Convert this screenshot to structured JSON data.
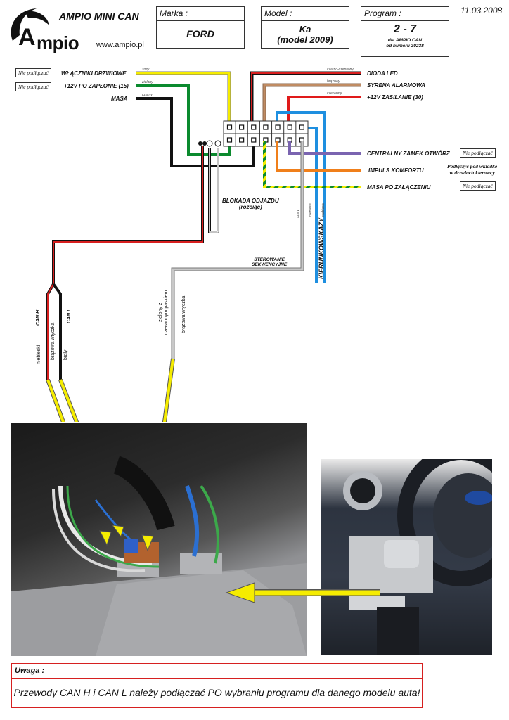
{
  "header": {
    "brand_title": "AMPIO MINI CAN",
    "logo_letter": "A",
    "logo_word": "mpio",
    "website": "www.ampio.pl",
    "date": "11.03.2008",
    "marka": {
      "label": "Marka :",
      "value": "FORD"
    },
    "model": {
      "label": "Model :",
      "value_line1": "Ka",
      "value_line2": "(model 2009)"
    },
    "program": {
      "label": "Program :",
      "value": "2 - 7",
      "note_line1": "dla AMPIO CAN",
      "note_line2": "od numeru 30238"
    }
  },
  "left_connections": [
    {
      "label": "WŁĄCZNIKI DRZWIOWE",
      "wire_color_name": "żółty",
      "wire_color": "#f5ec00",
      "badge": "Nie podłączać"
    },
    {
      "label": "+12V PO ZAPŁONIE (15)",
      "wire_color_name": "zielony",
      "wire_color": "#0b8a2e",
      "badge": "Nie podłączać"
    },
    {
      "label": "MASA",
      "wire_color_name": "czarny",
      "wire_color": "#111111",
      "badge": ""
    }
  ],
  "right_top_connections": [
    {
      "label": "DIODA LED",
      "wire_color_name": "czarno-czerwony",
      "wire_color": "#d81f1f"
    },
    {
      "label": "SYRENA ALARMOWA",
      "wire_color_name": "brązowy",
      "wire_color": "#c08b62"
    },
    {
      "label": "+12V ZASILANIE (30)",
      "wire_color_name": "czerwony",
      "wire_color": "#e01a1a"
    }
  ],
  "right_bottom_connections": [
    {
      "label": "CENTRALNY ZAMEK OTWÓRZ",
      "wire_color": "#7a64b0",
      "note": "Nie podłączać",
      "note_type": "badge"
    },
    {
      "label": "IMPULS KOMFORTU",
      "wire_color": "#f07f1a",
      "note_line1": "Podłączyć pod wkładkę",
      "note_line2": "w drzwiach kierowcy",
      "note_type": "text"
    },
    {
      "label": "MASA PO ZAŁĄCZENIU",
      "wire_color": "#f5ec00",
      "note": "Nie podłączać",
      "note_type": "badge"
    }
  ],
  "center_labels": {
    "blokada_line1": "BLOKADA ODJAZDU",
    "blokada_line2": "(rozciąć)",
    "sterowanie_line1": "STEROWANIE",
    "sterowanie_line2": "SEKWENCYJNE",
    "kierunkowskazy": "KIERUNKOWSKAZY",
    "szary": "szary",
    "niebieski_1": "niebieski",
    "niebieski_2": "niebieski"
  },
  "can_labels": {
    "can_h": "CAN H",
    "can_l": "CAN L",
    "niebieski": "niebieski",
    "brazowa_wtyczka": "brązowa wtyczka",
    "bialy": "biały",
    "zielony_line1": "zielony z",
    "zielony_line2": "czerwonym paskiem",
    "brazowa_wtyczka_2": "brązowa wtyczka"
  },
  "warning": {
    "title": "Uwaga :",
    "text": "Przewody CAN H i CAN L należy podłączać PO wybraniu programu dla danego modelu auta!",
    "border_color": "#d62020"
  },
  "colors": {
    "blue_wire": "#1e8fe0",
    "grey_wire": "#a8a8a8",
    "arrow_yellow": "#f5ec00"
  }
}
